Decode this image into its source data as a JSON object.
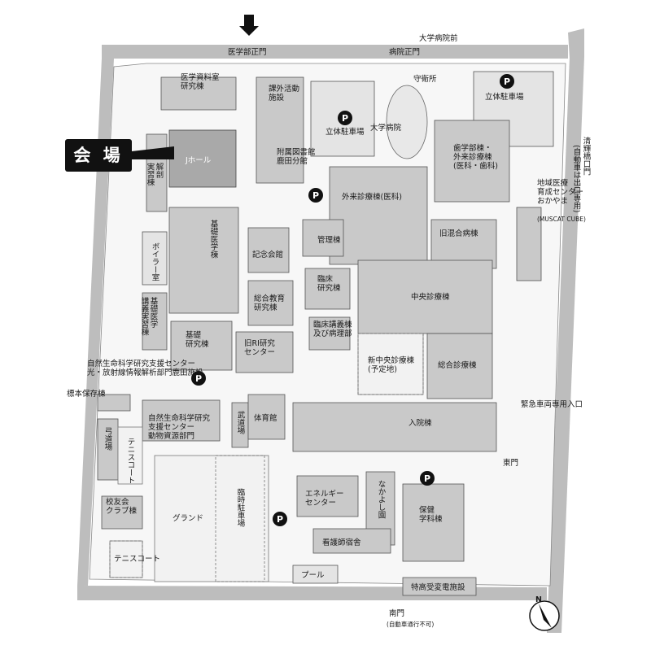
{
  "callout": {
    "label": "会 場"
  },
  "gates": {
    "medical_front": "医学部正門",
    "hospital_front": "病院正門",
    "hospital_front_stop": "大学病院前",
    "guard": "守衛所",
    "east": "東門",
    "south": "南門",
    "south_note": "(自動車通行不可)",
    "kiyomizu": "清輝橋口門",
    "kiyomizu_note": "(自動車は出口専用)",
    "emergency": "緊急車両専用入口"
  },
  "buildings": {
    "j_hall": "Jホール",
    "medical_library": "医学資料室\n研究棟",
    "extracurricular": "課外活動\n施設",
    "library_branch": "附属図書館\n鹿田分館",
    "parking_1": "立体駐車場",
    "hospital": "大学病院",
    "parking_2": "立体駐車場",
    "dental": "歯学部棟・\n外来診療棟\n(医科・歯科)",
    "anatomy": "解剖\n実習棟",
    "outpatient": "外来診療棟(医科)",
    "center_name": "地域医療\n育成センター\nおかやま",
    "center_en": "(MUSCAT CUBE)",
    "basic_med": "基礎医学棟",
    "admin": "管理棟",
    "old_ward": "旧混合病棟",
    "memorial": "記念会館",
    "boiler": "ボイラー室",
    "clinical_research": "臨床\n研究棟",
    "central_clinic": "中央診療棟",
    "general_edu": "総合教育\n研究棟",
    "basic_lecture": "基礎医学\n講義実習棟",
    "lecture_path": "臨床講義棟\n及び病理部",
    "basic_research": "基礎\n研究棟",
    "ri_center": "旧RI研究\nセンター",
    "natural_support": "自然生命科学研究支援センター\n光・放射線情報解析部門鹿田施設",
    "new_central": "新中央診療棟\n(予定地)",
    "general_clinic": "総合診療棟",
    "specimen": "標本保存棟",
    "natural_animal": "自然生命科学研究\n支援センター\n動物資源部門",
    "gym": "体育館",
    "dojo": "武道場",
    "bow": "弓道場",
    "inpatient": "入院棟",
    "tennis1": "テニスコート",
    "energy": "エネルギー\nセンター",
    "nakayoshi": "なかよし園",
    "health": "保健\n学科棟",
    "club": "校友会\nクラブ棟",
    "ground": "グランド",
    "temp_parking": "臨時駐車場",
    "nurse_dorm": "看護師宿舎",
    "tennis2": "テニスコート",
    "pool": "プール",
    "substation": "特高受変電施設"
  },
  "parking_symbol": "P",
  "compass": "N",
  "colors": {
    "road": "#bdbdbd",
    "highlight": "#8f8f8f",
    "callout_bg": "#111111"
  }
}
